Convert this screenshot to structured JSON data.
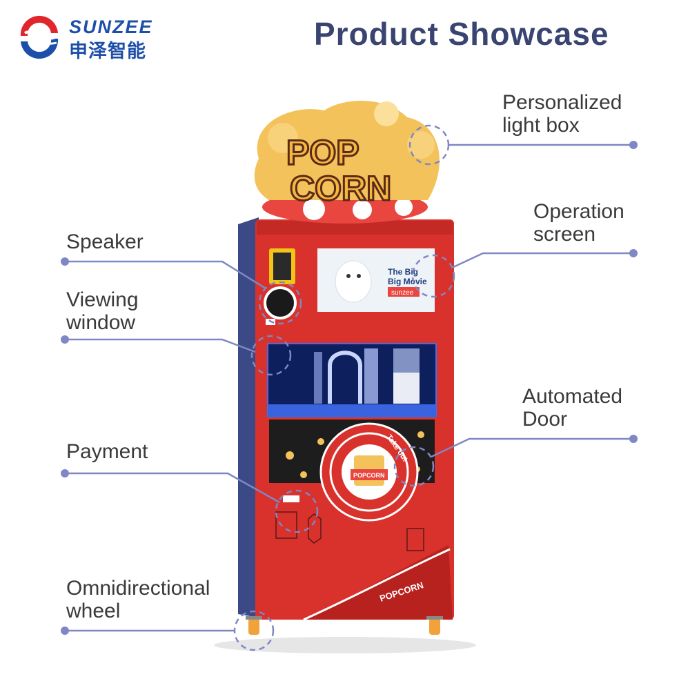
{
  "header": {
    "title": "Product Showcase",
    "brand_en": "SUNZEE",
    "brand_cn": "申泽智能"
  },
  "machine": {
    "topper_line1": "POP",
    "topper_line2": "CORN",
    "screen_line1": "The Big",
    "screen_line2": "Big Movie",
    "screen_brand": "sunzee",
    "door_text": "Take out",
    "cup_text": "POPCORN",
    "side_text": "POPCORN"
  },
  "callouts": {
    "light_box": "Personalized\nlight box",
    "operation_screen": "Operation\nscreen",
    "speaker": "Speaker",
    "viewing_window": "Viewing\nwindow",
    "automated_door": "Automated\nDoor",
    "payment": "Payment",
    "wheel": "Omnidirectional\nwheel"
  },
  "colors": {
    "title": "#3a4470",
    "brand": "#1e4fa8",
    "brand_red": "#e0262c",
    "line": "#7f87c4",
    "machine_red": "#d9312b",
    "machine_side": "#3b4a86",
    "popcorn": "#f4c25a"
  }
}
